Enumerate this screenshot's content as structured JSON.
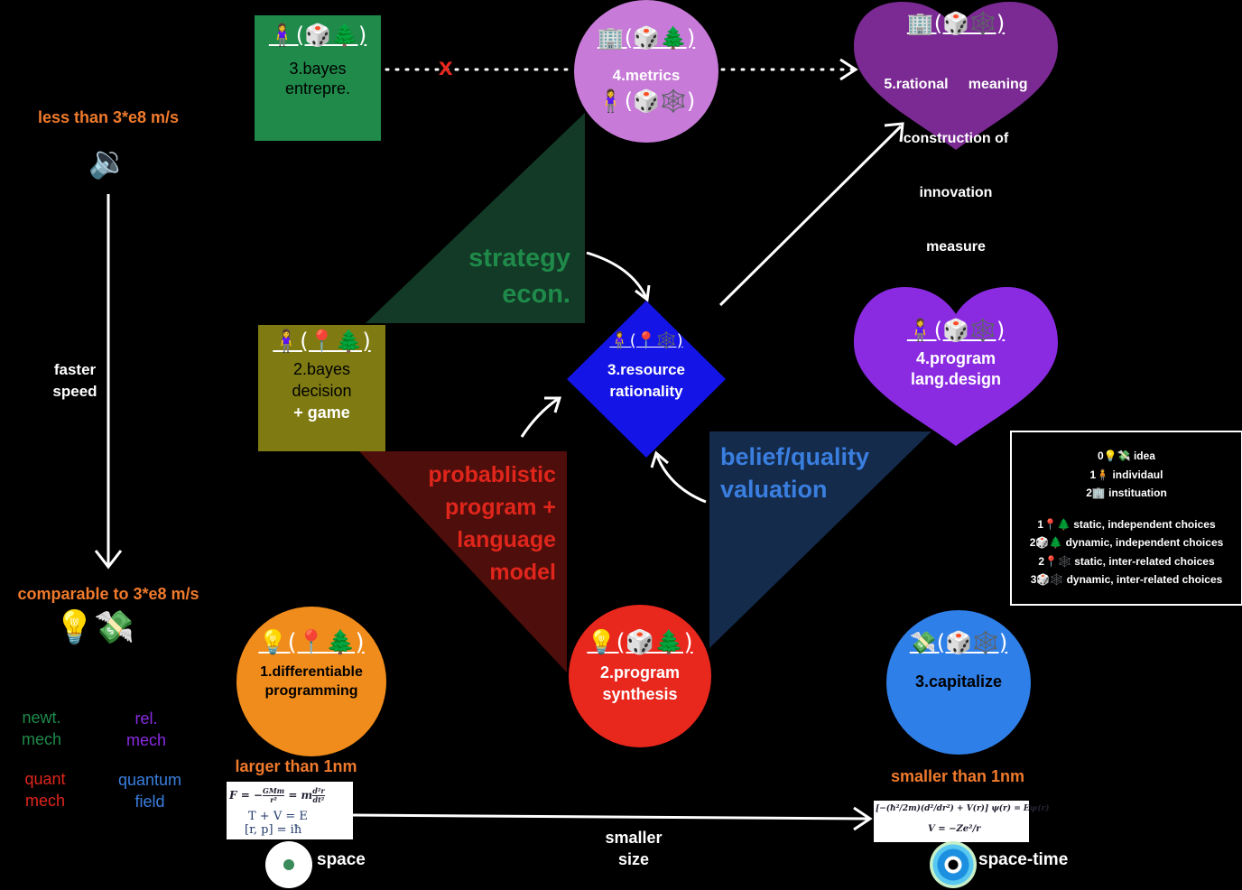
{
  "colors": {
    "background": "#000000",
    "orange_text": "#f07a2c",
    "green_triangle": "#123a26",
    "red_triangle": "#4e0e0b",
    "blue_triangle": "#142b4c",
    "green_box": "#1f8a4a",
    "olive_box": "#7f7b12",
    "purple": "#7a2a92",
    "violet": "#8a2be2",
    "pink": "#c77ad8",
    "blue_diamond": "#1414e6",
    "orange_circle": "#f08c1c",
    "red_circle": "#e8271d",
    "blue_circle": "#2f7fe8",
    "strategy_text": "#1f8a4a",
    "probabilistic_text": "#e0261c",
    "belief_text": "#3a7fe0"
  },
  "speed_axis": {
    "top_label": "less than 3*e8 m/s",
    "top_icon": "speaker-icon",
    "middle_label_line1": "faster",
    "middle_label_line2": "speed",
    "bottom_label": "comparable to 3*e8 m/s",
    "bottom_icons": [
      "lightbulb-icon",
      "money-with-wings-icon"
    ]
  },
  "mechanics": {
    "newt": {
      "line1": "newt.",
      "line2": "mech",
      "color": "#1f8a4a"
    },
    "rel": {
      "line1": "rel.",
      "line2": "mech",
      "color": "#8a2be2"
    },
    "quant": {
      "line1": "quant",
      "line2": "mech",
      "color": "#e0261c"
    },
    "qfield": {
      "line1": "quantum",
      "line2": "field",
      "color": "#3a7fe0"
    }
  },
  "size_axis": {
    "left_label": "larger than 1nm",
    "right_label": "smaller than 1nm",
    "middle_line1": "smaller",
    "middle_line2": "size",
    "left_caption": "space",
    "right_caption": "space-time",
    "left_formula": {
      "line1_lhs": "F = −",
      "line1_frac_num": "GMm",
      "line1_frac_den": "r²",
      "line1_mid": " = m",
      "line1_frac2_num": "d²r",
      "line1_frac2_den": "dt²",
      "line2": "T + V = E",
      "line3": "[r, p] = iħ"
    },
    "right_formula": {
      "line1": "[−(ħ²/2m)(d²/dr²) + V(r)] ψ(r) = Eψ(r)",
      "line2": "V = −Ze²/r"
    }
  },
  "nodes": {
    "bayes_entrepre": {
      "icons": "🧍‍♀️(🎲🌲)",
      "line1": "3.bayes",
      "line2": "entrepre."
    },
    "metrics": {
      "icons_top": "🏢(🎲🌲)",
      "label": "4.metrics",
      "icons_bottom": "🧍‍♀️(🎲🕸️)"
    },
    "rational_meaning": {
      "icons": "🏢(🎲🕸️)",
      "line1": "5.rational     meaning",
      "line2": "construction of",
      "line3": "innovation",
      "line4": "measure"
    },
    "bayes_decision": {
      "icons": "🧍‍♀️(📍🌲)",
      "line1": "2.bayes",
      "line2": "decision",
      "line3": "+ game"
    },
    "resource_rationality": {
      "icons": "🧍‍♀️(📍🕸️)",
      "line1": "3.resource",
      "line2": "rationality"
    },
    "program_lang": {
      "icons": "🧍‍♀️(🎲🕸️)",
      "line1": "4.program",
      "line2": "lang.design"
    },
    "differentiable": {
      "icons": "💡(📍🌲)",
      "line1": "1.differentiable",
      "line2": "programming"
    },
    "program_synthesis": {
      "icons": "💡(🎲🌲)",
      "line1": "2.program",
      "line2": "synthesis"
    },
    "capitalize": {
      "icons": "💸(🎲🕸️)",
      "line1": "3.capitalize"
    }
  },
  "triangles": {
    "strategy": {
      "line1": "strategy",
      "line2": "econ."
    },
    "probabilistic": {
      "line1": "probablistic",
      "line2": "program +",
      "line3": "language",
      "line4": "model"
    },
    "belief": {
      "line1": "belief/quality",
      "line2": "valuation"
    }
  },
  "blocked_marker": "x",
  "legend": [
    "0💡💸 idea",
    "1🧍 individaul",
    "2🏢 instituation",
    "1📍🌲 static, independent choices",
    "2🎲🌲 dynamic, independent choices",
    "2📍🕸️ static, inter-related choices",
    "3🎲🕸️ dynamic, inter-related choices"
  ]
}
